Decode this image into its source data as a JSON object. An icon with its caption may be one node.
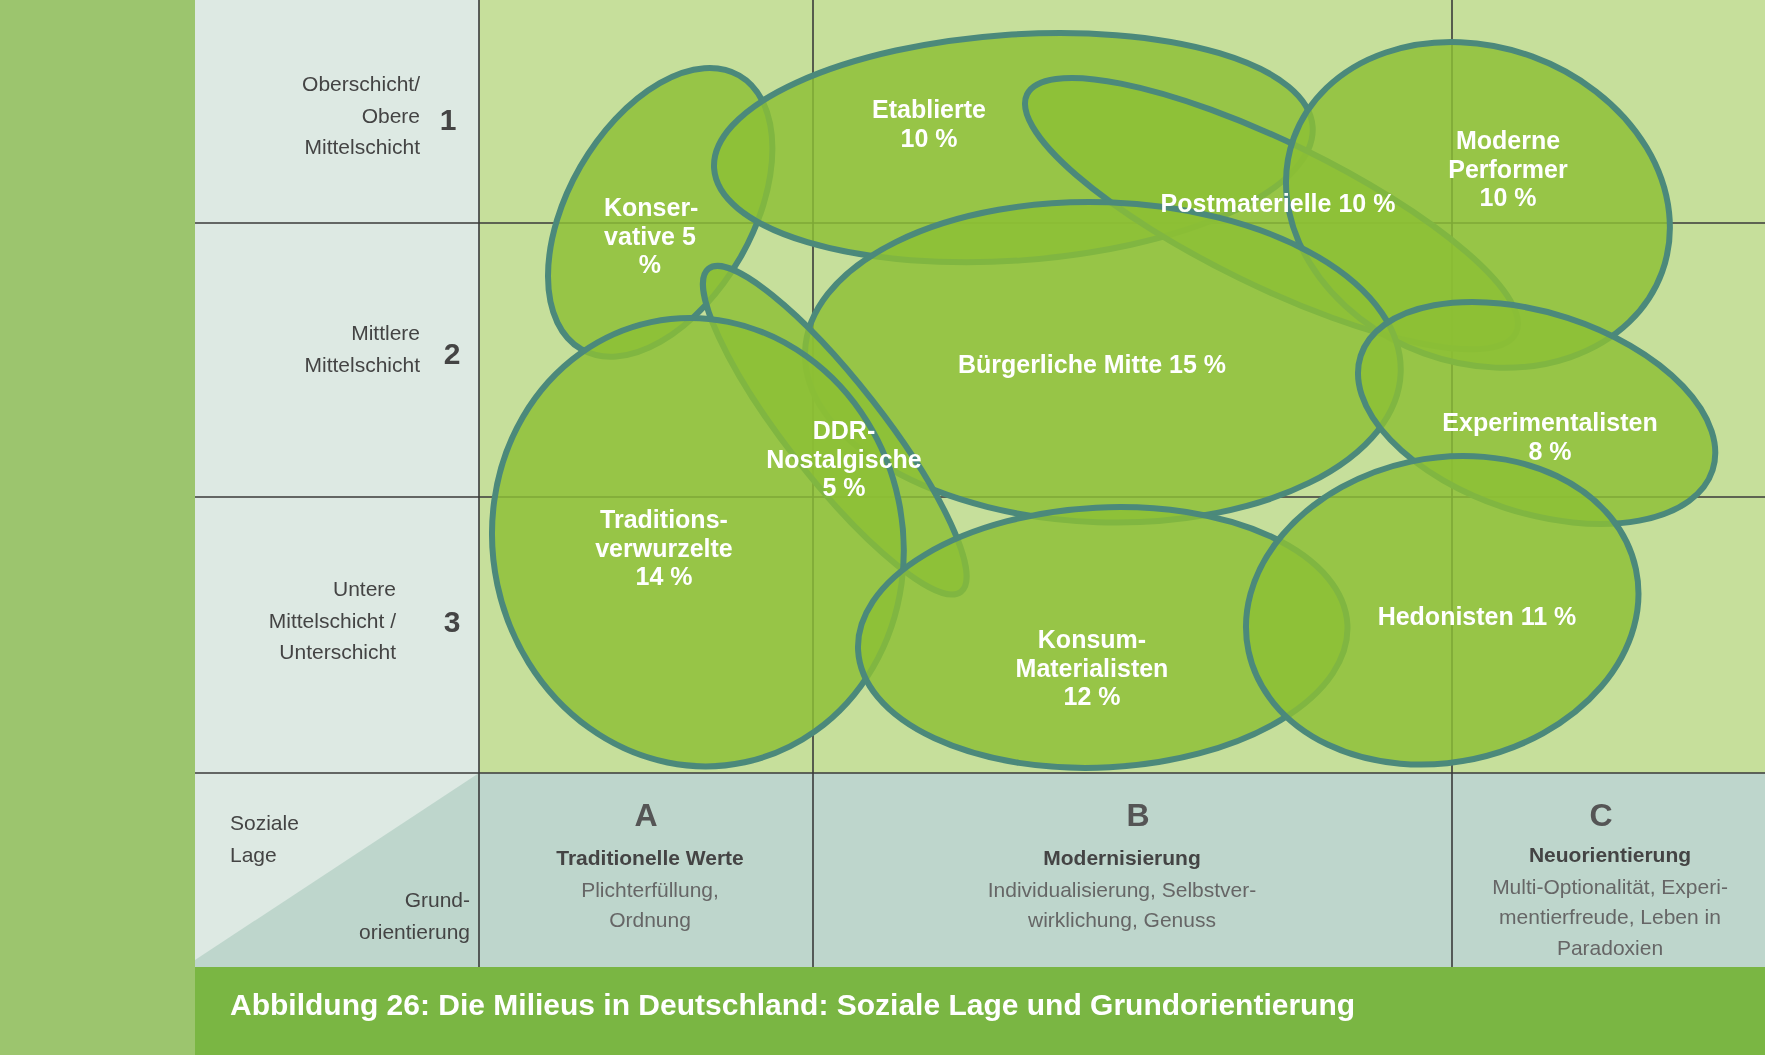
{
  "diagram": {
    "caption": "Abbildung 26: Die Milieus in Deutschland: Soziale Lage und Grundorientierung",
    "nodes": [
      {
        "text": [
          "Konser- vative 5 %"
        ]
      },
      {
        "text": [
          "Etablierte 10 %"
        ]
      },
      {
        "text": [
          "Postmaterielle 10 %"
        ]
      },
      {
        "text": [
          "Moderne Performer 10 %"
        ]
      },
      {
        "text": [
          "Bürgerliche Mitte 15 %"
        ]
      },
      {
        "text": [
          "DDR- Nostalgische 5 %"
        ]
      },
      {
        "text": [
          "Experimentalisten 8 %"
        ]
      },
      {
        "text": [
          "Traditions- verwurzelte 14 %"
        ]
      },
      {
        "text": [
          "Konsum- Materialisten 12 %"
        ]
      },
      {
        "text": [
          "Hedonisten 11 %"
        ]
      }
    ],
    "edges": [],
    "labels": [
      "Oberschicht/ Obere Mittelschicht",
      "1",
      "Mittlere Mittelschicht",
      "2",
      "Untere Mittelschicht / Unterschicht",
      "3",
      "Soziale Lage",
      "Grund- orientierung",
      "A",
      "Traditionelle Werte",
      "Plichterfüllung, Ordnung",
      "B",
      "Modernisierung",
      "Individualisierung, Selbstver- wirklichung, Genuss",
      "C",
      "Neuorientierung",
      "Multi-Optionalität, Experi- mentierfreude, Leben in Paradoxien"
    ]
  }
}
